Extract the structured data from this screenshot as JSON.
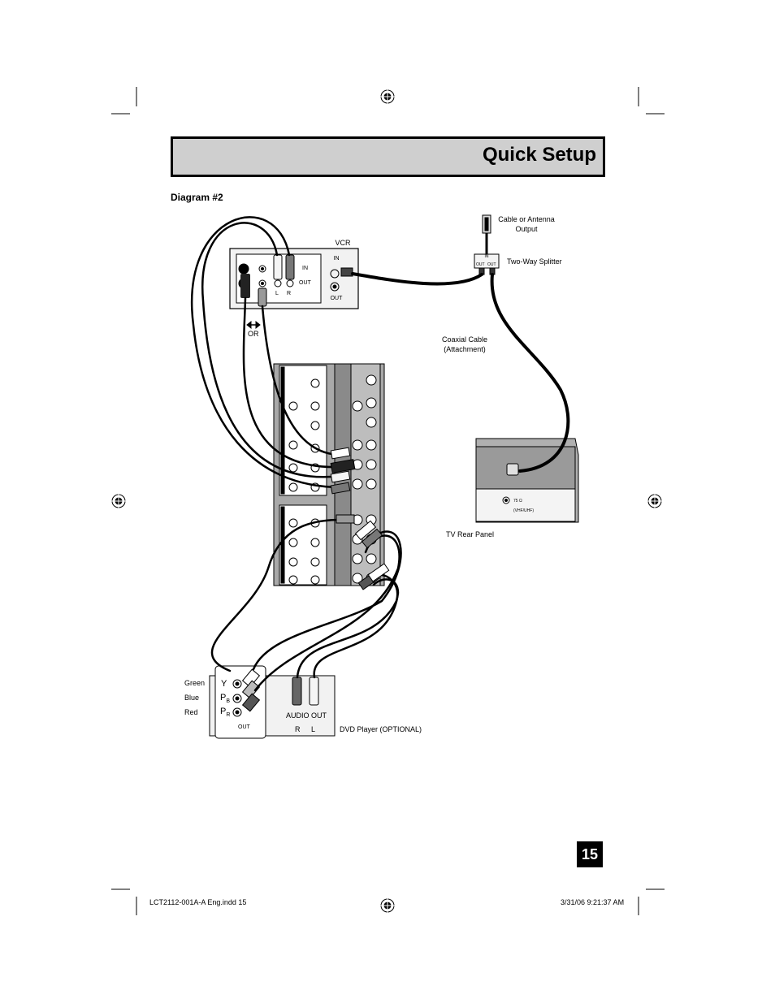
{
  "header": {
    "title": "Quick Setup"
  },
  "diagram": {
    "label": "Diagram #2",
    "vcr": {
      "title": "VCR",
      "in_label": "IN",
      "out_label": "OUT",
      "rf_in": "IN",
      "rf_out": "OUT",
      "left": "L",
      "right": "R"
    },
    "or_label": "OR",
    "antenna": {
      "label": "Cable or Antenna Output"
    },
    "splitter": {
      "label": "Two-Way Splitter",
      "in": "IN",
      "out1": "OUT",
      "out2": "OUT"
    },
    "coax": {
      "label": "Coaxial Cable (Attachment)"
    },
    "tv_rear": {
      "label": "TV Rear Panel",
      "jack_text": "75 Ω (VHF/UHF)"
    },
    "dvd": {
      "label": "DVD Player (OPTIONAL)",
      "green": "Green",
      "blue": "Blue",
      "red": "Red",
      "y": "Y",
      "pb": "P",
      "pb_sub": "B",
      "pr": "P",
      "pr_sub": "R",
      "out": "OUT",
      "audio_out": "AUDIO OUT",
      "r": "R",
      "l": "L"
    }
  },
  "page_number": "15",
  "footer": {
    "file": "LCT2112-001A-A Eng.indd   15",
    "timestamp": "3/31/06   9:21:37 AM"
  }
}
